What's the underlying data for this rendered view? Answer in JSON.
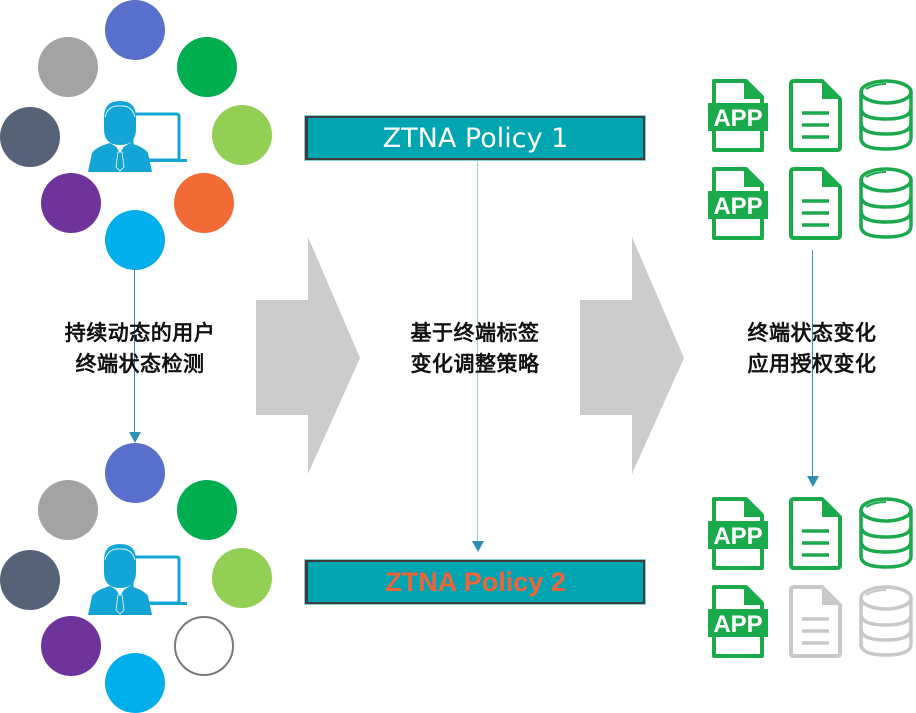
{
  "diagram": {
    "left_column": {
      "caption_line1": "持续动态的用户",
      "caption_line2": "终端状态检测",
      "top_cluster": {
        "center_icon": "user-with-laptop-icon",
        "dots": [
          {
            "position": "top",
            "color": "#5870cc",
            "filled": true
          },
          {
            "position": "top-right",
            "color": "#00ad4f",
            "filled": true
          },
          {
            "position": "right",
            "color": "#93cf55",
            "filled": true
          },
          {
            "position": "bottom-right",
            "color": "#f26a35",
            "filled": true
          },
          {
            "position": "bottom",
            "color": "#00aeeb",
            "filled": true
          },
          {
            "position": "bottom-left",
            "color": "#6e349c",
            "filled": true
          },
          {
            "position": "left",
            "color": "#566277",
            "filled": true
          },
          {
            "position": "top-left",
            "color": "#a3a3a3",
            "filled": true
          }
        ]
      },
      "bottom_cluster": {
        "center_icon": "user-with-laptop-icon",
        "dots": [
          {
            "position": "top",
            "color": "#5870cc",
            "filled": true
          },
          {
            "position": "top-right",
            "color": "#00ad4f",
            "filled": true
          },
          {
            "position": "right",
            "color": "#93cf55",
            "filled": true
          },
          {
            "position": "bottom-right",
            "color": "#7a7a7a",
            "filled": false
          },
          {
            "position": "bottom",
            "color": "#00aeeb",
            "filled": true
          },
          {
            "position": "bottom-left",
            "color": "#6e349c",
            "filled": true
          },
          {
            "position": "left",
            "color": "#566277",
            "filled": true
          },
          {
            "position": "top-left",
            "color": "#a3a3a3",
            "filled": true
          }
        ]
      }
    },
    "middle_column": {
      "policy_top": "ZTNA Policy 1",
      "policy_bottom": "ZTNA Policy 2",
      "caption_line1": "基于终端标签",
      "caption_line2": "变化调整策略"
    },
    "right_column": {
      "caption_line1": "终端状态变化",
      "caption_line2": "应用授权变化",
      "top_grid": [
        [
          {
            "type": "app-file-icon",
            "label": "APP",
            "enabled": true
          },
          {
            "type": "document-icon",
            "enabled": true
          },
          {
            "type": "database-icon",
            "enabled": true
          }
        ],
        [
          {
            "type": "app-file-icon",
            "label": "APP",
            "enabled": true
          },
          {
            "type": "document-icon",
            "enabled": true
          },
          {
            "type": "database-icon",
            "enabled": true
          }
        ]
      ],
      "bottom_grid": [
        [
          {
            "type": "app-file-icon",
            "label": "APP",
            "enabled": true
          },
          {
            "type": "document-icon",
            "enabled": true
          },
          {
            "type": "database-icon",
            "enabled": true
          }
        ],
        [
          {
            "type": "app-file-icon",
            "label": "APP",
            "enabled": true
          },
          {
            "type": "document-icon",
            "enabled": false
          },
          {
            "type": "database-icon",
            "enabled": false
          }
        ]
      ]
    },
    "flow_arrows": [
      "left-to-middle",
      "middle-to-right"
    ],
    "colors": {
      "policy_fill": "#00a5b2",
      "policy1_text": "#ffffff",
      "policy2_text": "#f0643a",
      "connector": "#2e8fb5",
      "enabled_icon": "#1aaa4c",
      "disabled_icon": "#c8c8c8",
      "flow_arrow": "#cccccc",
      "user_icon": "#12a5d6"
    }
  }
}
